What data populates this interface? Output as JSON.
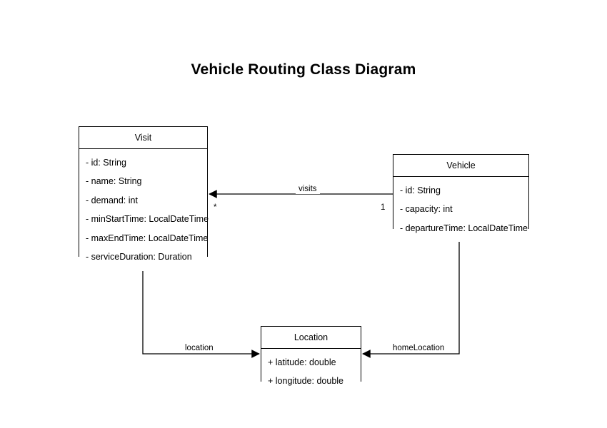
{
  "diagram": {
    "title": "Vehicle Routing Class Diagram",
    "type": "uml-class-diagram",
    "background_color": "#ffffff",
    "line_color": "#000000",
    "text_color": "#000000"
  },
  "classes": [
    {
      "name": "Visit",
      "attributes": [
        "- id: String",
        "- name: String",
        "- demand: int",
        "- minStartTime: LocalDateTime",
        "- maxEndTime: LocalDateTime",
        "- serviceDuration: Duration"
      ]
    },
    {
      "name": "Vehicle",
      "attributes": [
        "- id: String",
        "- capacity: int",
        "- departureTime: LocalDateTime"
      ]
    },
    {
      "name": "Location",
      "attributes": [
        "+ latitude: double",
        "+ longitude: double"
      ]
    }
  ],
  "relationships": [
    {
      "label": "visits",
      "from": "Vehicle",
      "to": "Visit",
      "source_multiplicity": "1",
      "target_multiplicity": "*"
    },
    {
      "label": "location",
      "from": "Visit",
      "to": "Location",
      "source_multiplicity": "",
      "target_multiplicity": ""
    },
    {
      "label": "homeLocation",
      "from": "Vehicle",
      "to": "Location",
      "source_multiplicity": "",
      "target_multiplicity": ""
    }
  ]
}
